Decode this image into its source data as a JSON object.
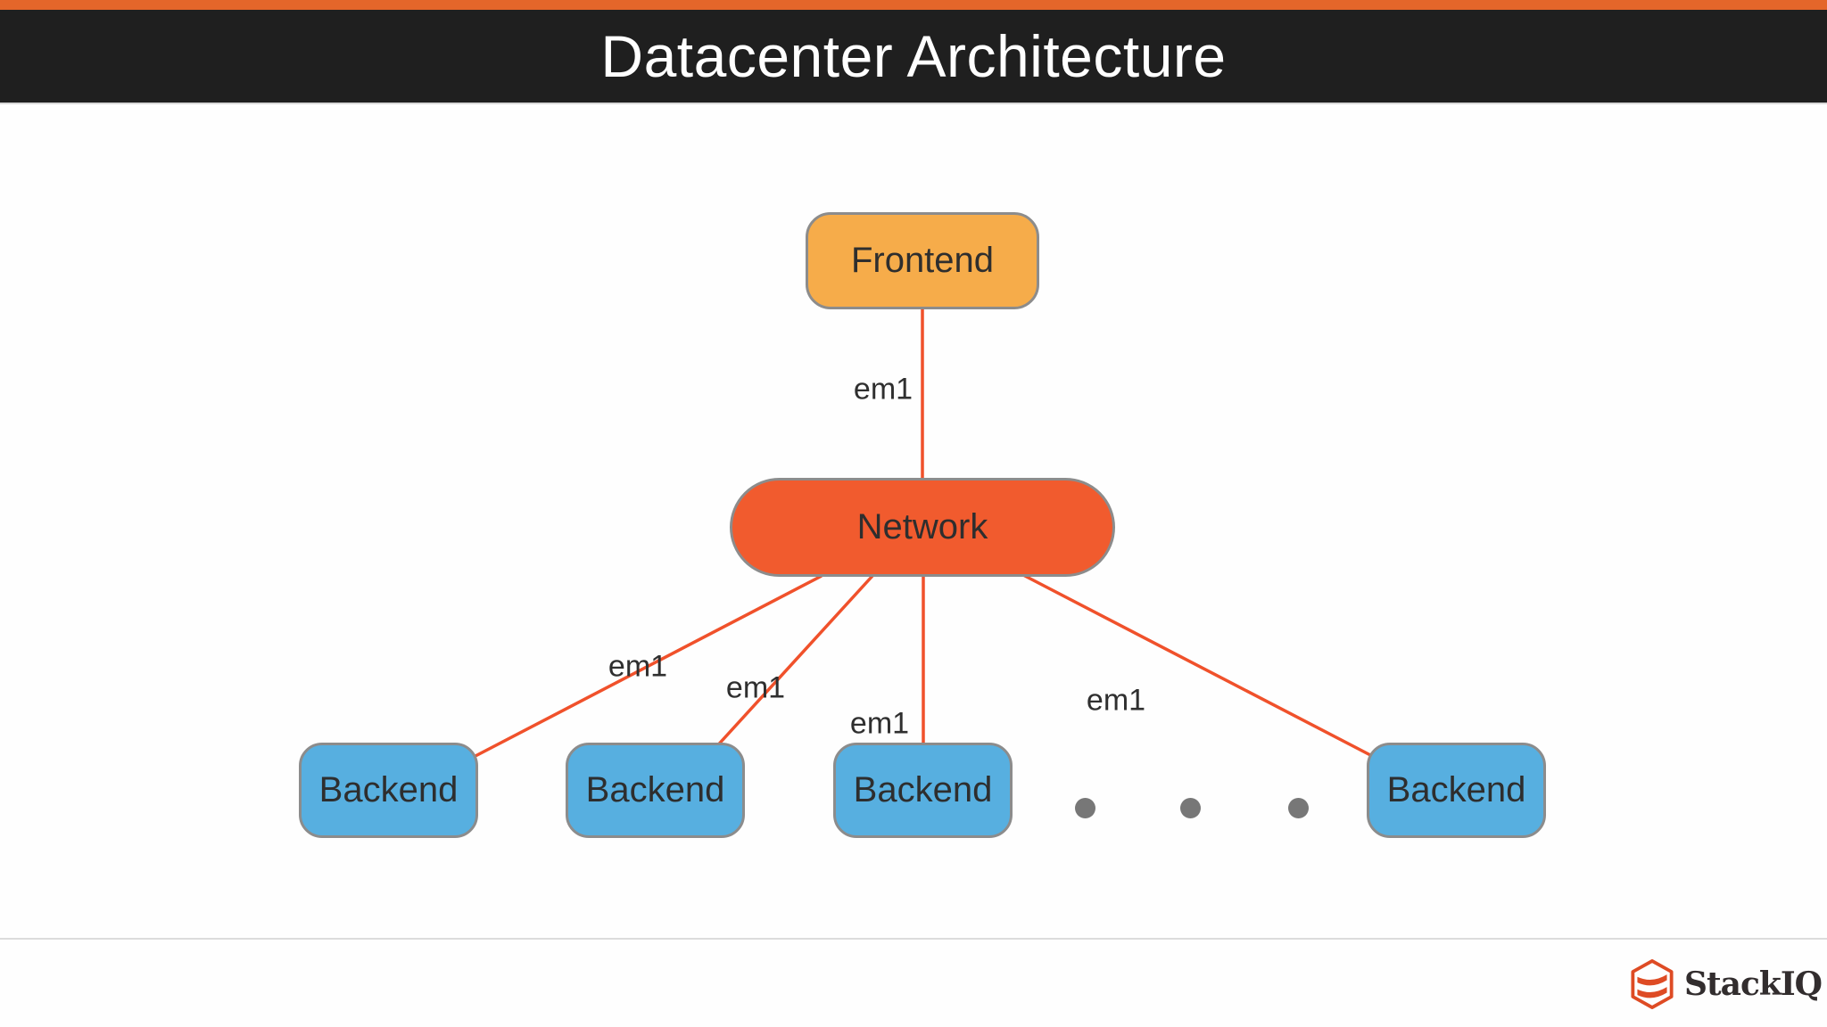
{
  "title": "Datacenter Architecture",
  "diagram": {
    "nodes": {
      "frontend": {
        "label": "Frontend"
      },
      "network": {
        "label": "Network"
      },
      "backend1": {
        "label": "Backend"
      },
      "backend2": {
        "label": "Backend"
      },
      "backend3": {
        "label": "Backend"
      },
      "backend4": {
        "label": "Backend"
      }
    },
    "edges": [
      {
        "from": "Frontend",
        "to": "Network",
        "label": "em1"
      },
      {
        "from": "Network",
        "to": "Backend 1",
        "label": "em1"
      },
      {
        "from": "Network",
        "to": "Backend 2",
        "label": "em1"
      },
      {
        "from": "Network",
        "to": "Backend 3",
        "label": "em1"
      },
      {
        "from": "Network",
        "to": "Backend 4",
        "label": "em1"
      }
    ],
    "ellipsis_dots": 3
  },
  "colors": {
    "accent_bar": "#e4662a",
    "title_bg": "#1f1f1f",
    "title_text": "#ffffff",
    "frontend_fill": "#f6ac4a",
    "network_fill": "#f15b2e",
    "backend_fill": "#57afe0",
    "node_border": "#8c8c8c",
    "edge_line": "#f0512b",
    "ellipsis_dot": "#777777",
    "footer_divider": "#dcdcdc",
    "logo_mark": "#de4b24",
    "logo_text": "#322d2e"
  },
  "footer": {
    "brand": "StackIQ"
  }
}
